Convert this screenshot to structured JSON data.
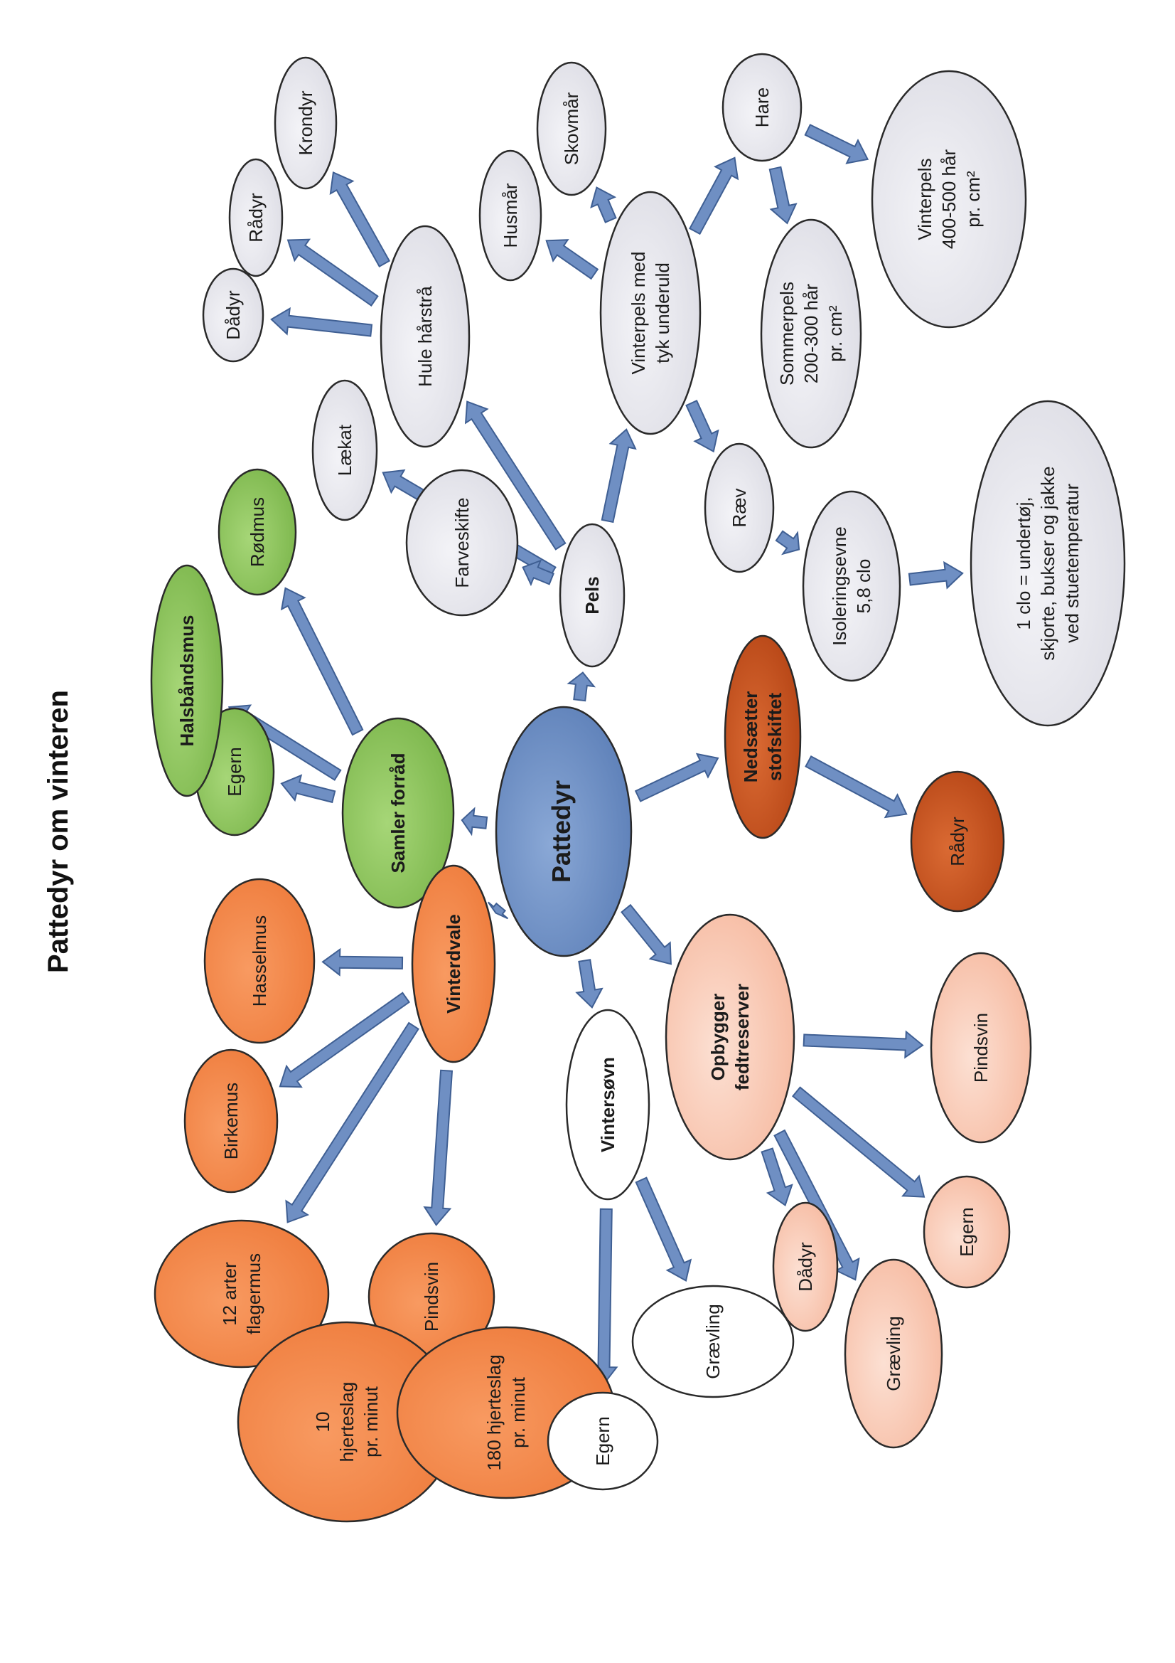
{
  "title": "Pattedyr om vinteren",
  "colors": {
    "blue": "#6e8fc3",
    "green": "#8ec55b",
    "orange": "#f4874a",
    "darkorange": "#c8501f",
    "peach": "#f9cbb7",
    "grey": "#e8e8ee",
    "white": "#ffffff",
    "connector": "#6f8fc3"
  },
  "nodes": [
    {
      "id": "pattedyr",
      "lines": [
        "Pattedyr"
      ],
      "color": "blue",
      "bold": true
    },
    {
      "id": "samler",
      "lines": [
        "Samler forråd"
      ],
      "color": "green",
      "bold": true
    },
    {
      "id": "egern_samler",
      "lines": [
        "Egern"
      ],
      "color": "green"
    },
    {
      "id": "halsbaandsmus",
      "lines": [
        "Halsbåndsmus"
      ],
      "color": "green",
      "bold": true
    },
    {
      "id": "roedmus",
      "lines": [
        "Rødmus"
      ],
      "color": "green"
    },
    {
      "id": "vinterdvale",
      "lines": [
        "Vinterdvale"
      ],
      "color": "orange",
      "bold": true
    },
    {
      "id": "hasselmus",
      "lines": [
        "Hasselmus"
      ],
      "color": "orange"
    },
    {
      "id": "birkemus",
      "lines": [
        "Birkemus"
      ],
      "color": "orange"
    },
    {
      "id": "flagermus",
      "lines": [
        "12 arter",
        "flagermus"
      ],
      "color": "orange"
    },
    {
      "id": "pindsvin_dvale",
      "lines": [
        "Pindsvin"
      ],
      "color": "orange"
    },
    {
      "id": "hjerte10",
      "lines": [
        "10",
        "hjerteslag",
        "pr. minut"
      ],
      "color": "orange"
    },
    {
      "id": "hjerte180",
      "lines": [
        "180 hjerteslag",
        "pr. minut"
      ],
      "color": "orange"
    },
    {
      "id": "vintersoevn",
      "lines": [
        "Vintersøvn"
      ],
      "color": "white",
      "bold": true
    },
    {
      "id": "egern_soevn",
      "lines": [
        "Egern"
      ],
      "color": "white"
    },
    {
      "id": "graevling_soevn",
      "lines": [
        "Grævling"
      ],
      "color": "white"
    },
    {
      "id": "opbygger",
      "lines": [
        "Opbygger",
        "fedtreserver"
      ],
      "color": "peach",
      "bold": true
    },
    {
      "id": "pindsvin_fedt",
      "lines": [
        "Pindsvin"
      ],
      "color": "peach"
    },
    {
      "id": "egern_fedt",
      "lines": [
        "Egern"
      ],
      "color": "peach"
    },
    {
      "id": "daadyr_fedt",
      "lines": [
        "Dådyr"
      ],
      "color": "peach"
    },
    {
      "id": "graevling_fedt",
      "lines": [
        "Grævling"
      ],
      "color": "peach"
    },
    {
      "id": "nedsaetter",
      "lines": [
        "Nedsætter",
        "stofskiftet"
      ],
      "color": "darkorange",
      "bold": true
    },
    {
      "id": "raadyr_stof",
      "lines": [
        "Rådyr"
      ],
      "color": "darkorange"
    },
    {
      "id": "pels",
      "lines": [
        "Pels"
      ],
      "color": "grey",
      "bold": true
    },
    {
      "id": "laekat",
      "lines": [
        "Lækat"
      ],
      "color": "grey"
    },
    {
      "id": "farveskifte",
      "lines": [
        "Farveskifte"
      ],
      "color": "grey"
    },
    {
      "id": "hule",
      "lines": [
        "Hule hårstrå"
      ],
      "color": "grey"
    },
    {
      "id": "daadyr_hule",
      "lines": [
        "Dådyr"
      ],
      "color": "grey"
    },
    {
      "id": "raadyr_hule",
      "lines": [
        "Rådyr"
      ],
      "color": "grey"
    },
    {
      "id": "krondyr",
      "lines": [
        "Krondyr"
      ],
      "color": "grey"
    },
    {
      "id": "vinterpels_uld",
      "lines": [
        "Vinterpels med",
        "tyk underuld"
      ],
      "color": "grey"
    },
    {
      "id": "husmaar",
      "lines": [
        "Husmår"
      ],
      "color": "grey"
    },
    {
      "id": "skovmaar",
      "lines": [
        "Skovmår"
      ],
      "color": "grey"
    },
    {
      "id": "hare",
      "lines": [
        "Hare"
      ],
      "color": "grey"
    },
    {
      "id": "vinterpels_haar",
      "lines": [
        "Vinterpels",
        "400-500 hår",
        "pr. cm²"
      ],
      "color": "grey"
    },
    {
      "id": "sommerpels",
      "lines": [
        "Sommerpels",
        "200-300 hår",
        "pr. cm²"
      ],
      "color": "grey"
    },
    {
      "id": "raev",
      "lines": [
        "Ræv"
      ],
      "color": "grey"
    },
    {
      "id": "isolering",
      "lines": [
        "Isoleringsevne",
        "5,8 clo"
      ],
      "color": "grey"
    },
    {
      "id": "clo",
      "lines": [
        "1 clo = undertøj,",
        "skjorte, bukser og jakke",
        "ved stuetemperatur"
      ],
      "color": "grey"
    }
  ],
  "edges": [
    [
      "pattedyr",
      "samler"
    ],
    [
      "samler",
      "egern_samler"
    ],
    [
      "samler",
      "halsbaandsmus"
    ],
    [
      "samler",
      "roedmus"
    ],
    [
      "pattedyr",
      "vinterdvale"
    ],
    [
      "vinterdvale",
      "hasselmus"
    ],
    [
      "vinterdvale",
      "birkemus"
    ],
    [
      "vinterdvale",
      "flagermus"
    ],
    [
      "vinterdvale",
      "pindsvin_dvale"
    ],
    [
      "pindsvin_dvale",
      "hjerte10"
    ],
    [
      "pindsvin_dvale",
      "hjerte180"
    ],
    [
      "pattedyr",
      "vintersoevn"
    ],
    [
      "vintersoevn",
      "egern_soevn"
    ],
    [
      "vintersoevn",
      "graevling_soevn"
    ],
    [
      "pattedyr",
      "opbygger"
    ],
    [
      "opbygger",
      "pindsvin_fedt"
    ],
    [
      "opbygger",
      "egern_fedt"
    ],
    [
      "opbygger",
      "daadyr_fedt"
    ],
    [
      "opbygger",
      "graevling_fedt"
    ],
    [
      "pattedyr",
      "nedsaetter"
    ],
    [
      "nedsaetter",
      "raadyr_stof"
    ],
    [
      "pattedyr",
      "pels"
    ],
    [
      "pels",
      "laekat"
    ],
    [
      "pels",
      "farveskifte"
    ],
    [
      "pels",
      "hule"
    ],
    [
      "pels",
      "vinterpels_uld"
    ],
    [
      "hule",
      "daadyr_hule"
    ],
    [
      "hule",
      "raadyr_hule"
    ],
    [
      "hule",
      "krondyr"
    ],
    [
      "vinterpels_uld",
      "husmaar"
    ],
    [
      "vinterpels_uld",
      "skovmaar"
    ],
    [
      "vinterpels_uld",
      "hare"
    ],
    [
      "vinterpels_uld",
      "raev"
    ],
    [
      "hare",
      "vinterpels_haar"
    ],
    [
      "hare",
      "sommerpels"
    ],
    [
      "raev",
      "isolering"
    ],
    [
      "isolering",
      "clo"
    ]
  ]
}
